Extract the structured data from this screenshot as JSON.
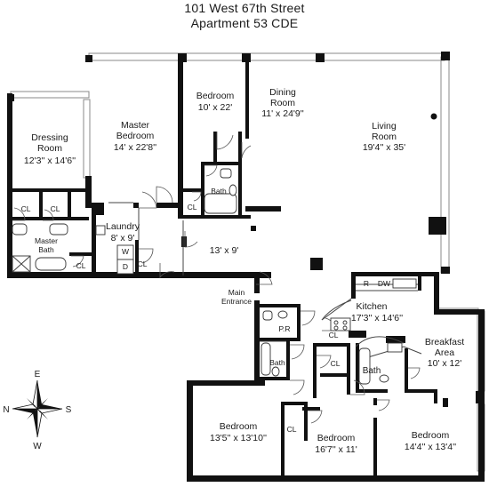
{
  "header": {
    "address": "101 West 67th Street",
    "unit": "Apartment 53 CDE"
  },
  "rooms": {
    "dressing": {
      "name_1": "Dressing",
      "name_2": "Room",
      "dims": "12'3'' x 14'6''"
    },
    "master_bedroom": {
      "name_1": "Master",
      "name_2": "Bedroom",
      "dims": "14' x 22'8''"
    },
    "bedroom_north": {
      "name": "Bedroom",
      "dims": "10' x 22'"
    },
    "dining": {
      "name_1": "Dining",
      "name_2": "Room",
      "dims": "11' x 24'9''"
    },
    "living": {
      "name_1": "Living",
      "name_2": "Room",
      "dims": "19'4'' x 35'"
    },
    "laundry": {
      "name": "Laundry",
      "dims": "8' x 9'"
    },
    "gallery": {
      "dims": "13' x 9'"
    },
    "master_bath": {
      "name_1": "Master",
      "name_2": "Bath"
    },
    "kitchen": {
      "name": "Kitchen",
      "dims": "17'3'' x 14'6''"
    },
    "breakfast": {
      "name_1": "Breakfast",
      "name_2": "Area",
      "dims": "10' x 12'"
    },
    "bedroom_sw": {
      "name": "Bedroom",
      "dims": "13'5'' x 13'10''"
    },
    "bedroom_s": {
      "name": "Bedroom",
      "dims": "16'7'' x 11'"
    },
    "bedroom_se": {
      "name": "Bedroom",
      "dims": "14'4'' x 13'4''"
    }
  },
  "labels": {
    "closet": "CL",
    "bath": "Bath",
    "powder_room": "P.R",
    "washer": "W",
    "dryer": "D",
    "refrigerator": "R",
    "dishwasher": "DW",
    "main_entrance_1": "Main",
    "main_entrance_2": "Entrance"
  },
  "compass": {
    "north": "N",
    "south": "S",
    "east": "E",
    "west": "W"
  }
}
